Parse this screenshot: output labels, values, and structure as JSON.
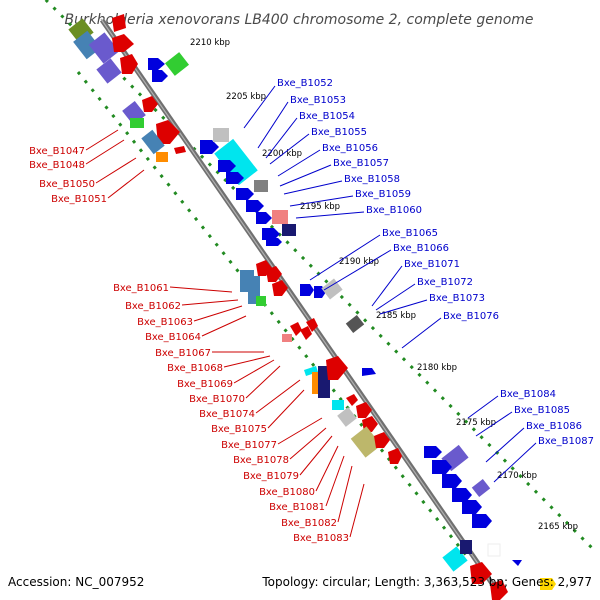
{
  "title": "Burkholderia xenovorans LB400 chromosome 2, complete genome",
  "footer": {
    "accession": "Accession: NC_007952",
    "summary": "Topology: circular; Length: 3,363,523 bp; Genes: 2,977"
  },
  "colors": {
    "forward_gene": "#0000dd",
    "reverse_gene": "#dd0000",
    "navy": "#191970",
    "slate": "#6a5acd",
    "steel": "#4682b4",
    "cyan": "#00e5ee",
    "orange": "#ff8c00",
    "gray": "#c0c0c0",
    "pink": "#f08080",
    "olive": "#bdb76b",
    "green": "#32cd32",
    "backbone": "#808080",
    "tick_dots": "#228b22",
    "right_label": "#0000cc",
    "left_label": "#cc0000"
  },
  "kbp_ticks": [
    "2210 kbp",
    "2205 kbp",
    "2200 kbp",
    "2195 kbp",
    "2190 kbp",
    "2185 kbp",
    "2180 kbp",
    "2175 kbp",
    "2170 kbp",
    "2165 kbp"
  ],
  "right_labels": [
    "Bxe_B1052",
    "Bxe_B1053",
    "Bxe_B1054",
    "Bxe_B1055",
    "Bxe_B1056",
    "Bxe_B1057",
    "Bxe_B1058",
    "Bxe_B1059",
    "Bxe_B1060",
    "Bxe_B1065",
    "Bxe_B1066",
    "Bxe_B1071",
    "Bxe_B1072",
    "Bxe_B1073",
    "Bxe_B1076",
    "Bxe_B1084",
    "Bxe_B1085",
    "Bxe_B1086",
    "Bxe_B1087"
  ],
  "left_labels": [
    "Bxe_B1047",
    "Bxe_B1048",
    "Bxe_B1050",
    "Bxe_B1051",
    "Bxe_B1061",
    "Bxe_B1062",
    "Bxe_B1063",
    "Bxe_B1064",
    "Bxe_B1067",
    "Bxe_B1068",
    "Bxe_B1069",
    "Bxe_B1070",
    "Bxe_B1074",
    "Bxe_B1075",
    "Bxe_B1077",
    "Bxe_B1078",
    "Bxe_B1079",
    "Bxe_B1080",
    "Bxe_B1081",
    "Bxe_B1082",
    "Bxe_B1083"
  ]
}
